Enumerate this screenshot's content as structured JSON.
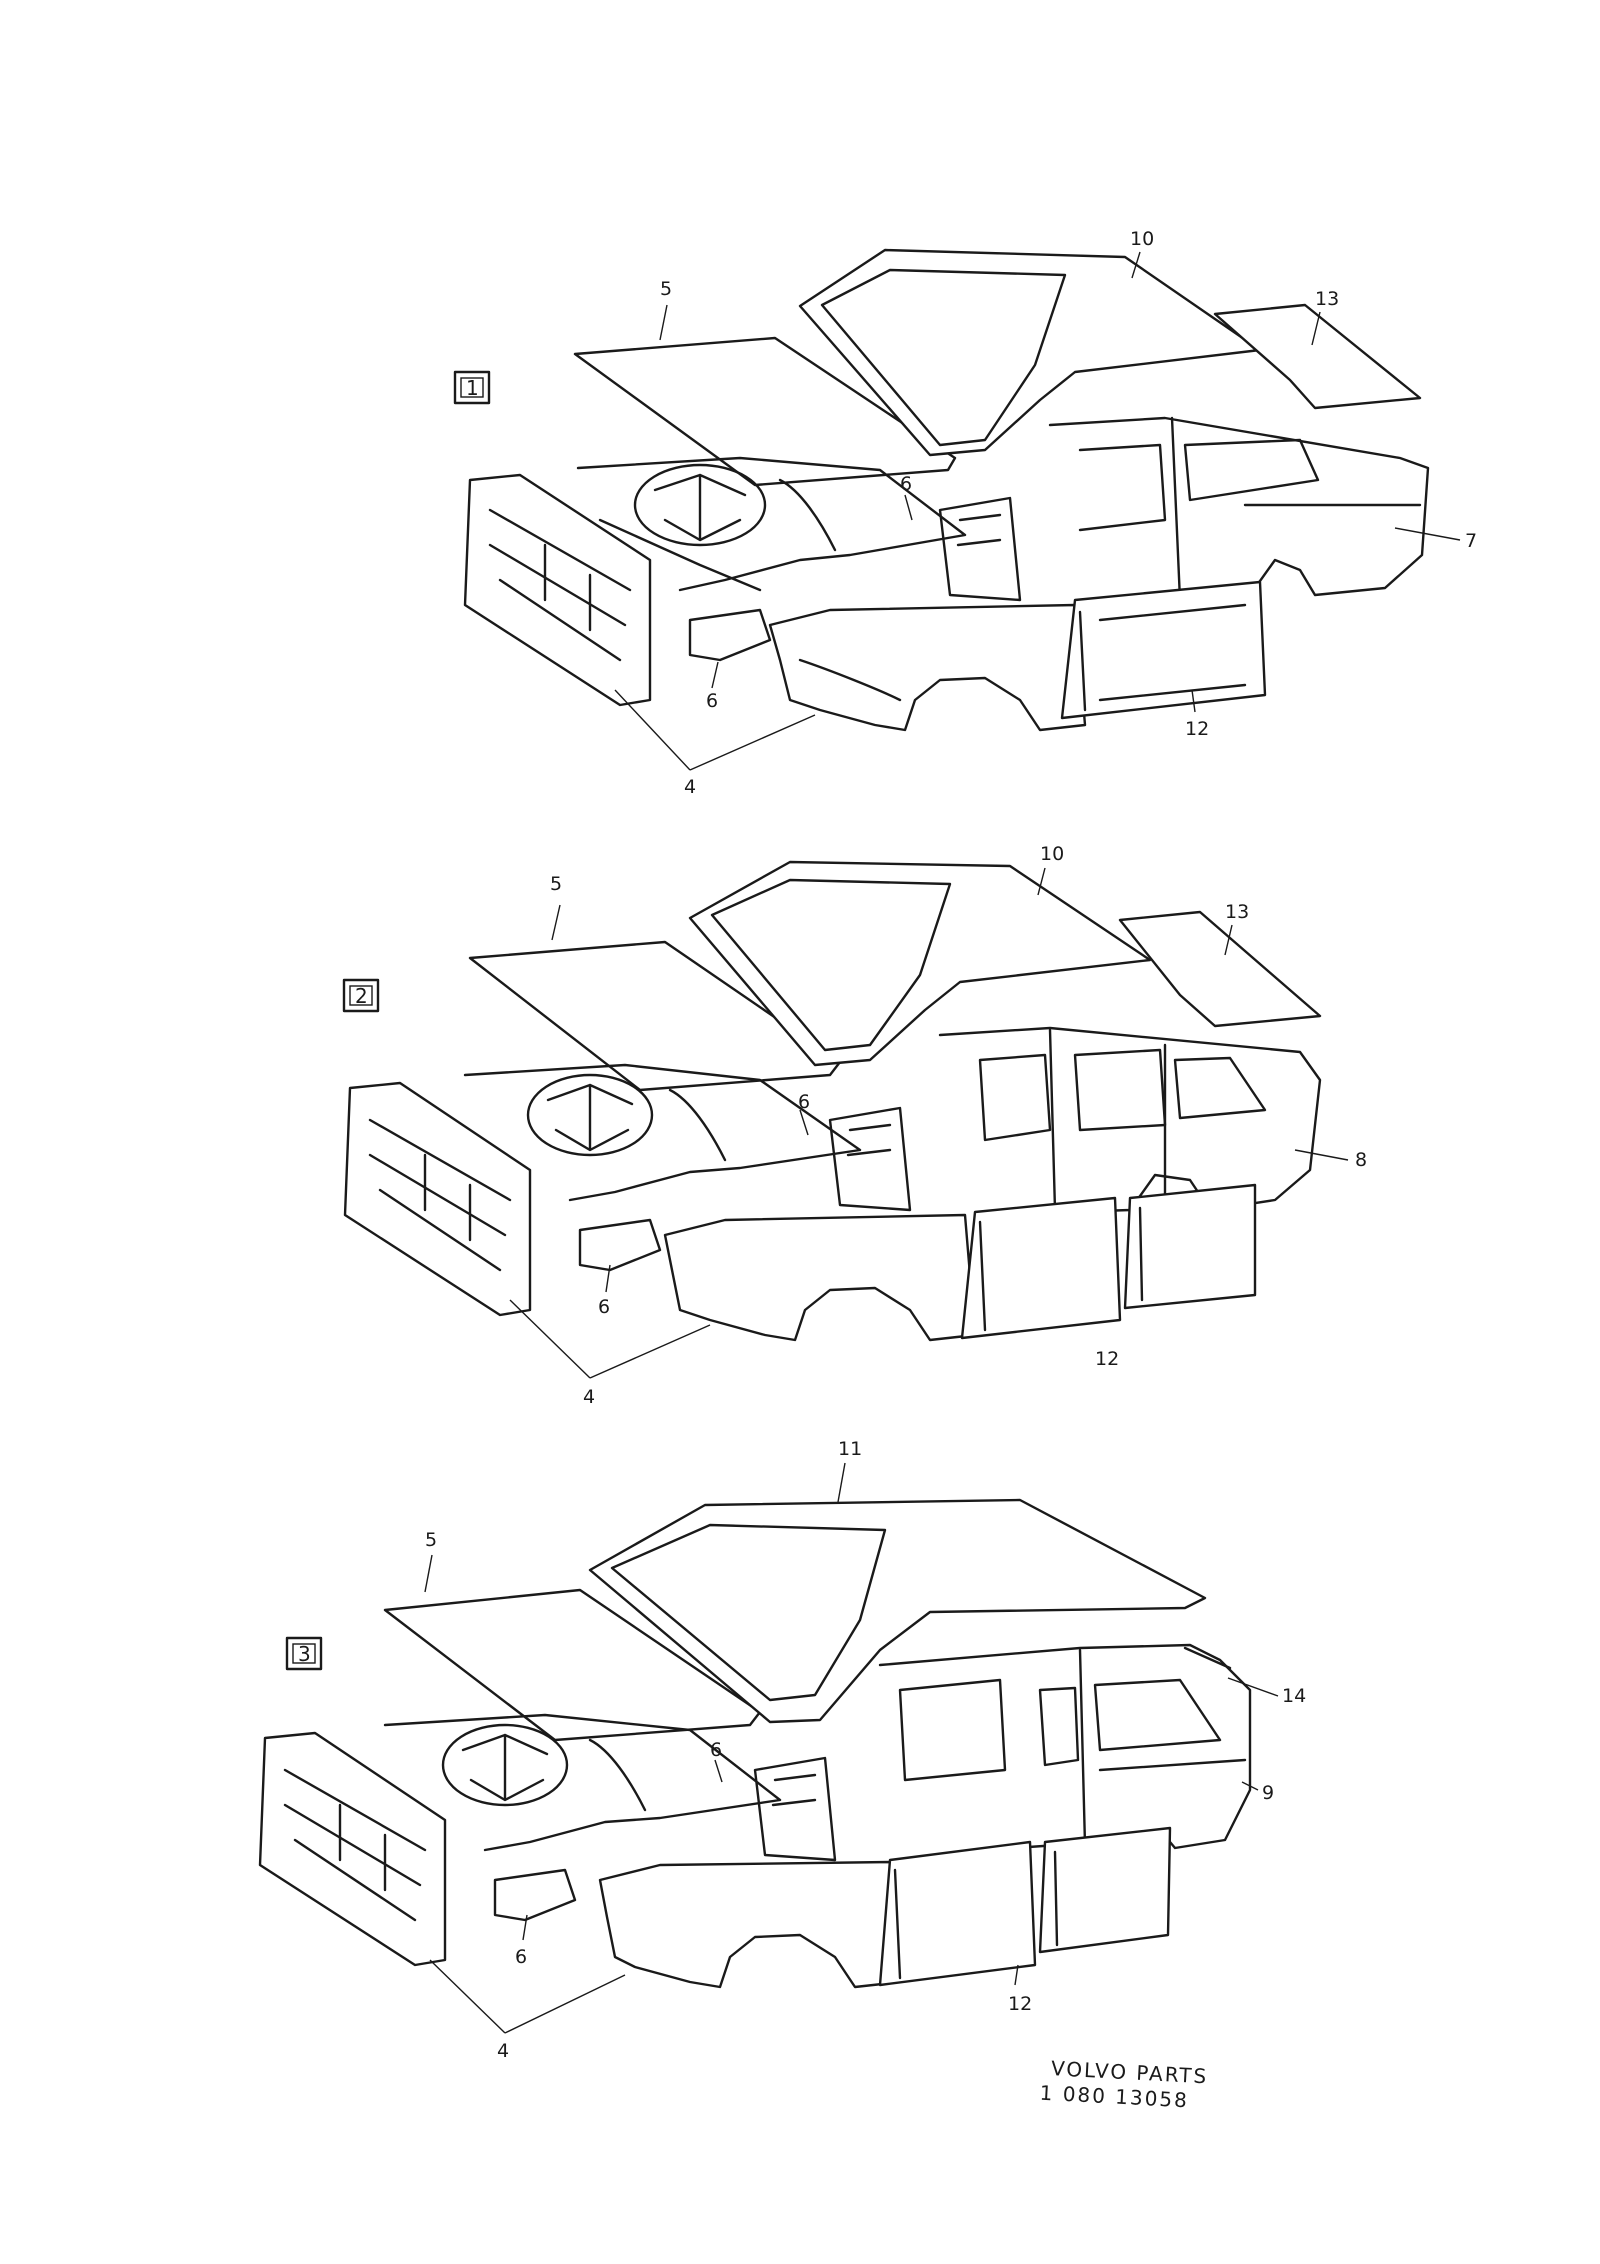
{
  "figures": [
    {
      "figure_number": "1",
      "callouts": [
        "10",
        "5",
        "13",
        "6",
        "7",
        "6",
        "12",
        "4"
      ]
    },
    {
      "figure_number": "2",
      "callouts": [
        "10",
        "5",
        "13",
        "6",
        "8",
        "6",
        "12",
        "4"
      ]
    },
    {
      "figure_number": "3",
      "callouts": [
        "11",
        "5",
        "14",
        "6",
        "9",
        "6",
        "12",
        "4"
      ]
    }
  ],
  "footer": {
    "line1": "VOLVO PARTS",
    "line2": "1 080 13058"
  }
}
